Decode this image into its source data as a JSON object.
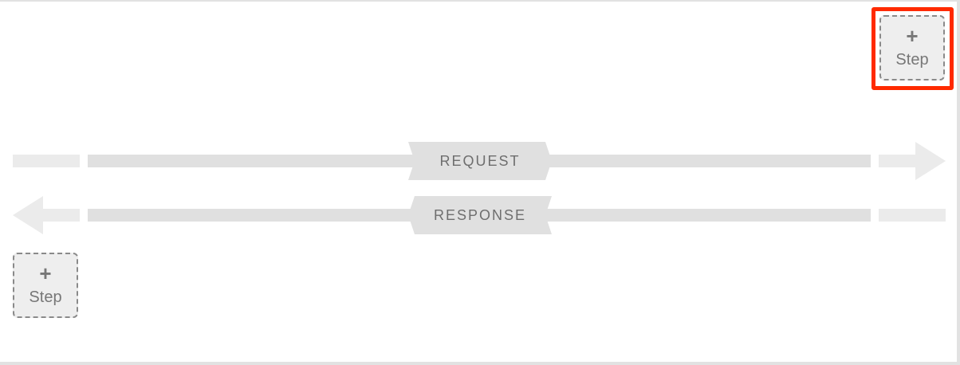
{
  "flow": {
    "top_step_button": {
      "plus": "+",
      "label": "Step",
      "highlighted": true
    },
    "bottom_step_button": {
      "plus": "+",
      "label": "Step"
    },
    "request": {
      "label": "REQUEST",
      "direction": "right"
    },
    "response": {
      "label": "RESPONSE",
      "direction": "left"
    }
  },
  "colors": {
    "highlight": "#ff2a00",
    "bar_light": "#ebebeb",
    "bar_dark": "#e0e0e0",
    "text": "#6e6e6e",
    "dashed_border": "#8a8a8a"
  }
}
